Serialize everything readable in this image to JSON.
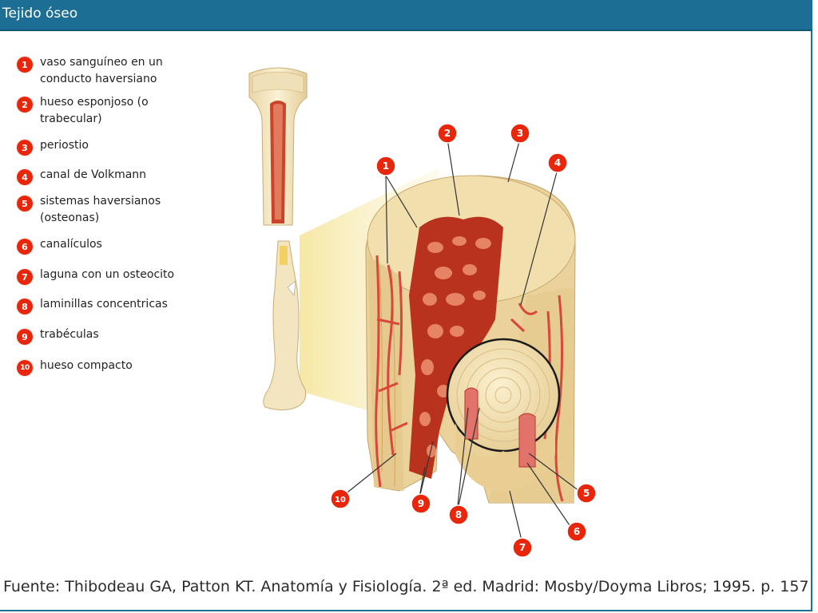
{
  "window": {
    "title": "Tejido óseo"
  },
  "legend": [
    {
      "num": "1",
      "label": "vaso sanguíneo en un conducto haversiano"
    },
    {
      "num": "2",
      "label": "hueso esponjoso (o trabecular)"
    },
    {
      "num": "3",
      "label": "periostio"
    },
    {
      "num": "4",
      "label": "canal de Volkmann"
    },
    {
      "num": "5",
      "label": "sistemas haversianos (osteonas)"
    },
    {
      "num": "6",
      "label": "canalículos"
    },
    {
      "num": "7",
      "label": "laguna con un osteocito"
    },
    {
      "num": "8",
      "label": "laminillas concentricas"
    },
    {
      "num": "9",
      "label": "trabéculas"
    },
    {
      "num": "10",
      "label": "hueso compacto"
    }
  ],
  "callouts": [
    "1",
    "2",
    "3",
    "4",
    "5",
    "6",
    "7",
    "8",
    "9",
    "10"
  ],
  "footer": {
    "source": "Fuente: Thibodeau GA, Patton KT. Anatomía y Fisiología. 2ª ed. Madrid: Mosby/Doyma Libros; 1995. p. 157"
  },
  "colors": {
    "title_bar": "#1d6e94",
    "callout": "#e8260c",
    "bone": "#f1deb0",
    "marrow": "#b8321e"
  }
}
